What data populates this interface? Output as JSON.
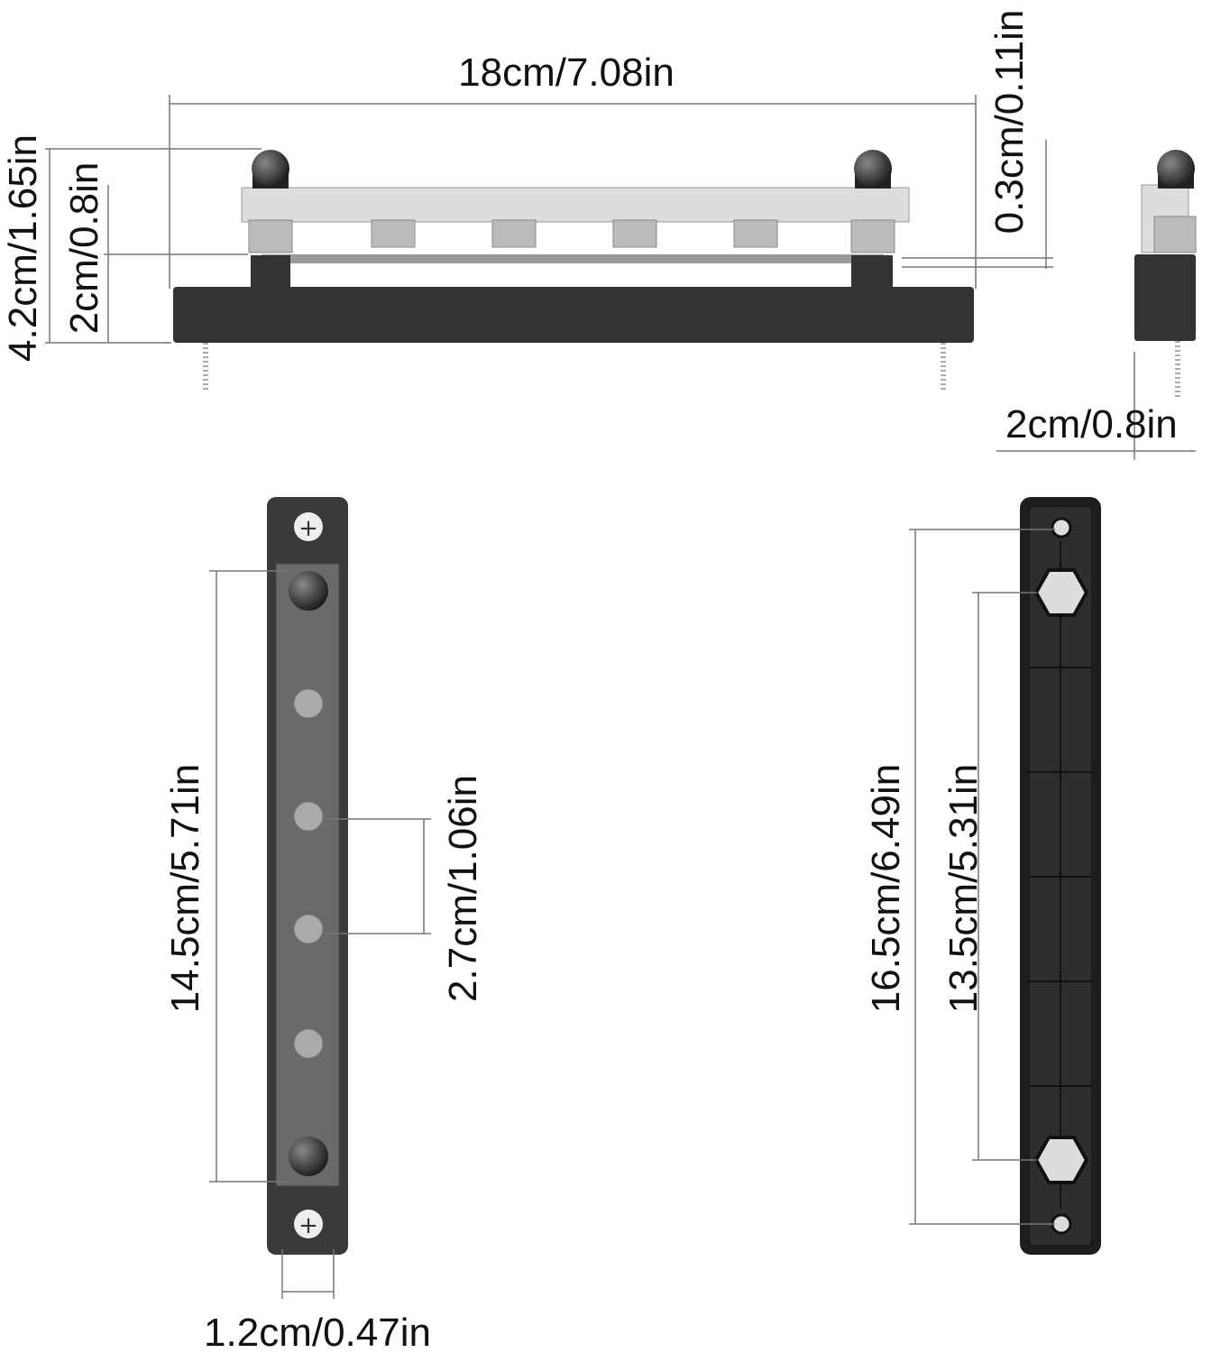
{
  "dimensions": {
    "overall_length": "18cm/7.08in",
    "total_height": "4.2cm/1.65in",
    "base_height": "2cm/0.8in",
    "bar_thickness": "0.3cm/0.11in",
    "side_width": "2cm/0.8in",
    "stud_span": "14.5cm/5.71in",
    "stud_spacing": "2.7cm/1.06in",
    "bar_width": "1.2cm/0.47in",
    "mount_hole_span": "16.5cm/6.49in",
    "hex_span": "13.5cm/5.31in"
  }
}
